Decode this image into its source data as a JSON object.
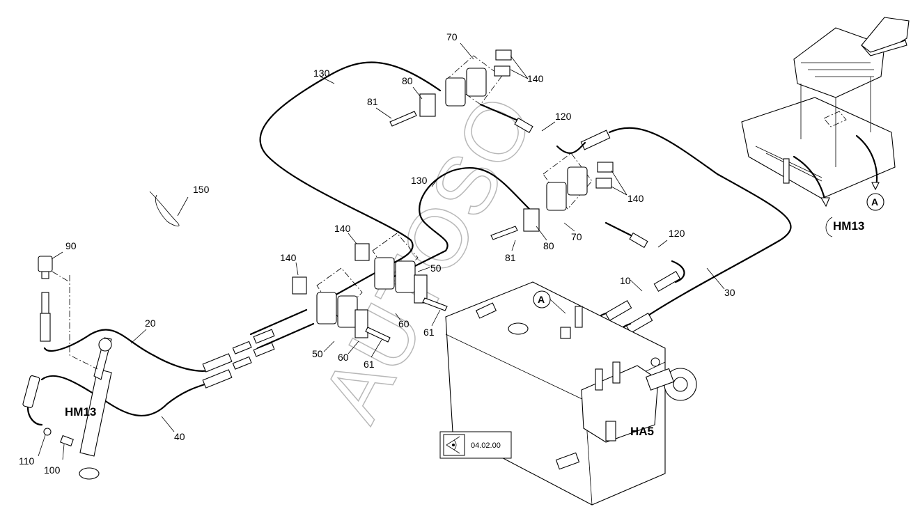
{
  "watermark": "AUTOSO",
  "parts": {
    "p10": "10",
    "p20": "20",
    "p30": "30",
    "p40": "40",
    "p50a": "50",
    "p50b": "50",
    "p60a": "60",
    "p60b": "60",
    "p61a": "61",
    "p61b": "61",
    "p70a": "70",
    "p70b": "70",
    "p80a": "80",
    "p80b": "80",
    "p81a": "81",
    "p81b": "81",
    "p90": "90",
    "p100": "100",
    "p110": "110",
    "p120a": "120",
    "p120b": "120",
    "p130a": "130",
    "p130b": "130",
    "p140a": "140",
    "p140b": "140",
    "p140c": "140",
    "p140d": "140",
    "p150": "150"
  },
  "components": {
    "cylinder": "HM13",
    "valve": "HA5",
    "overview_cylinder": "HM13"
  },
  "detail_markers": {
    "tank": "A",
    "overview": "A"
  },
  "reference_box": {
    "icon": "eye-icon",
    "text": "04.02.00"
  }
}
